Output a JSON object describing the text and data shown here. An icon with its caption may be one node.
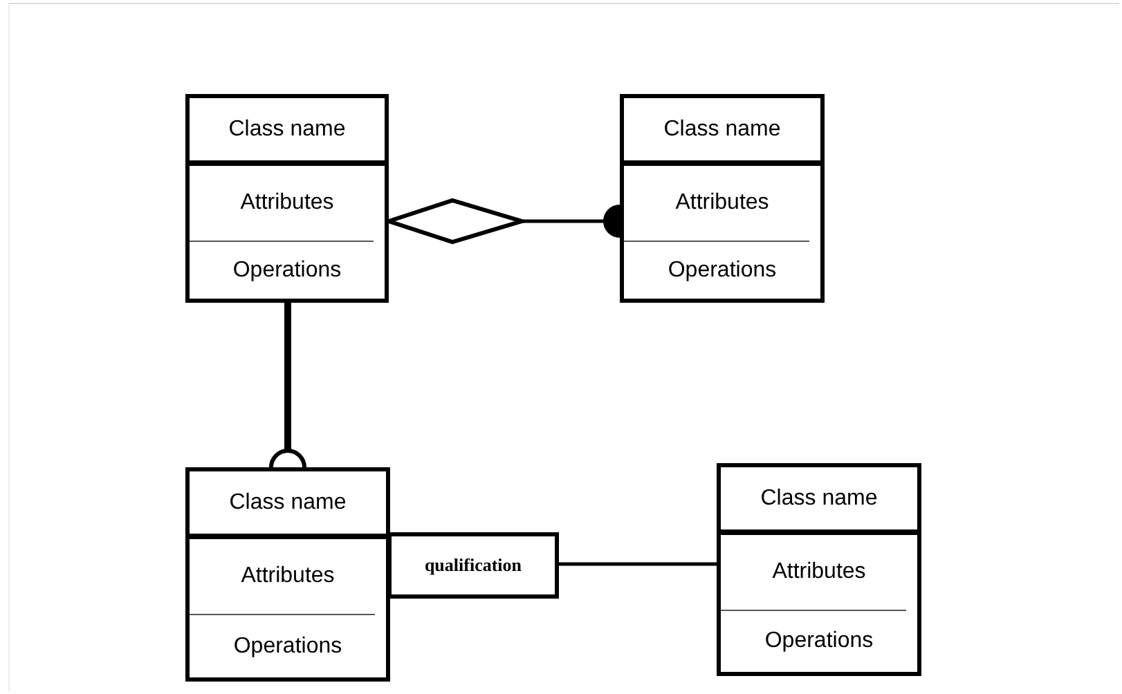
{
  "diagram": {
    "nodes": [
      {
        "text": [
          "Class name",
          "Attributes",
          "Operations"
        ]
      },
      {
        "text": [
          "Class name",
          "Attributes",
          "Operations"
        ]
      },
      {
        "text": [
          "Class name",
          "Attributes",
          "Operations"
        ]
      },
      {
        "text": [
          "qualification"
        ]
      },
      {
        "text": [
          "Class name",
          "Attributes",
          "Operations"
        ]
      }
    ],
    "edges": [
      {
        "from": 0,
        "to": 1,
        "arrow": "other"
      },
      {
        "from": 0,
        "to": 2,
        "arrow": "other",
        "style": "thick"
      },
      {
        "from": 3,
        "to": 4,
        "arrow": "none"
      }
    ]
  }
}
